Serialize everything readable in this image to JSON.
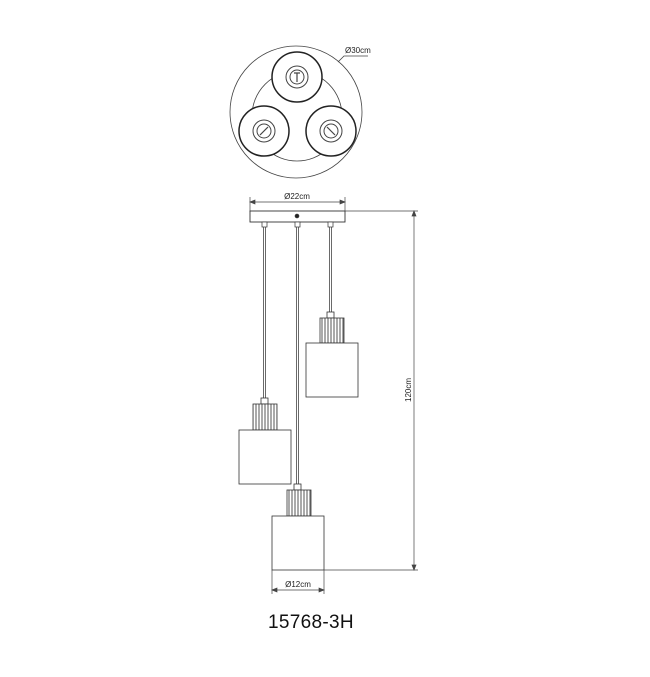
{
  "drawing": {
    "top_view_diameter": "Ø30cm",
    "canopy_diameter": "Ø22cm",
    "height": "120cm",
    "shade_diameter": "Ø12cm",
    "model_number": "15768-3H"
  },
  "colors": {
    "line": "#333333",
    "background": "#ffffff"
  }
}
